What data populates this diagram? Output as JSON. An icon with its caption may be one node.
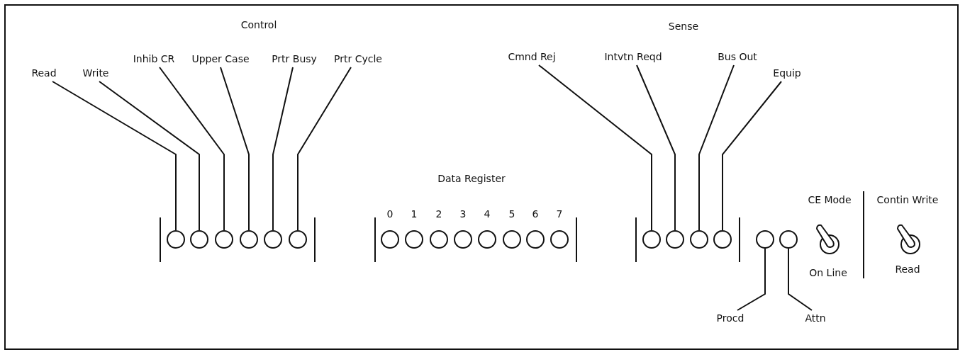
{
  "diagram": {
    "nodes": [
      {
        "text": [
          "Read"
        ]
      },
      {
        "text": [
          "Write"
        ]
      },
      {
        "text": [
          "Inhib CR"
        ]
      },
      {
        "text": [
          "Upper Case"
        ]
      },
      {
        "text": [
          "Prtr Busy"
        ]
      },
      {
        "text": [
          "Prtr Cycle"
        ]
      },
      {
        "text": [
          "Cmnd Rej"
        ]
      },
      {
        "text": [
          "Intvtn Reqd"
        ]
      },
      {
        "text": [
          "Bus Out"
        ]
      },
      {
        "text": [
          "Equip"
        ]
      },
      {
        "text": [],
        "shape": "circle"
      },
      {
        "text": [],
        "shape": "circle"
      },
      {
        "text": [],
        "shape": "circle"
      },
      {
        "text": [],
        "shape": "circle"
      },
      {
        "text": [],
        "shape": "circle"
      },
      {
        "text": [],
        "shape": "circle"
      },
      {
        "text": [],
        "shape": "circle",
        "beside": [
          "0"
        ]
      },
      {
        "text": [],
        "shape": "circle",
        "beside": [
          "1"
        ]
      },
      {
        "text": [],
        "shape": "circle",
        "beside": [
          "2"
        ]
      },
      {
        "text": [],
        "shape": "circle",
        "beside": [
          "3"
        ]
      },
      {
        "text": [],
        "shape": "circle",
        "beside": [
          "4"
        ]
      },
      {
        "text": [],
        "shape": "circle",
        "beside": [
          "5"
        ]
      },
      {
        "text": [],
        "shape": "circle",
        "beside": [
          "6"
        ]
      },
      {
        "text": [],
        "shape": "circle",
        "beside": [
          "7"
        ]
      },
      {
        "text": [],
        "shape": "circle"
      },
      {
        "text": [],
        "shape": "circle"
      },
      {
        "text": [],
        "shape": "circle"
      },
      {
        "text": [],
        "shape": "circle"
      },
      {
        "text": [],
        "shape": "circle"
      },
      {
        "text": [],
        "shape": "circle"
      },
      {
        "text": [
          "Procd"
        ]
      },
      {
        "text": [
          "Attn"
        ]
      }
    ],
    "edges": [
      {
        "from": 0,
        "to": 10,
        "arrow": "none"
      },
      {
        "from": 1,
        "to": 11,
        "arrow": "none"
      },
      {
        "from": 2,
        "to": 12,
        "arrow": "none"
      },
      {
        "from": 3,
        "to": 13,
        "arrow": "none"
      },
      {
        "from": 4,
        "to": 14,
        "arrow": "none"
      },
      {
        "from": 5,
        "to": 15,
        "arrow": "none"
      },
      {
        "from": 6,
        "to": 24,
        "arrow": "none"
      },
      {
        "from": 7,
        "to": 25,
        "arrow": "none"
      },
      {
        "from": 8,
        "to": 26,
        "arrow": "none"
      },
      {
        "from": 9,
        "to": 27,
        "arrow": "none"
      },
      {
        "from": 30,
        "to": 28,
        "arrow": "none"
      },
      {
        "from": 31,
        "to": 29,
        "arrow": "none"
      }
    ],
    "labels": [
      "Control",
      "Sense",
      "Data Register",
      "CE Mode",
      "On Line",
      "Contin Write",
      "Read"
    ]
  }
}
